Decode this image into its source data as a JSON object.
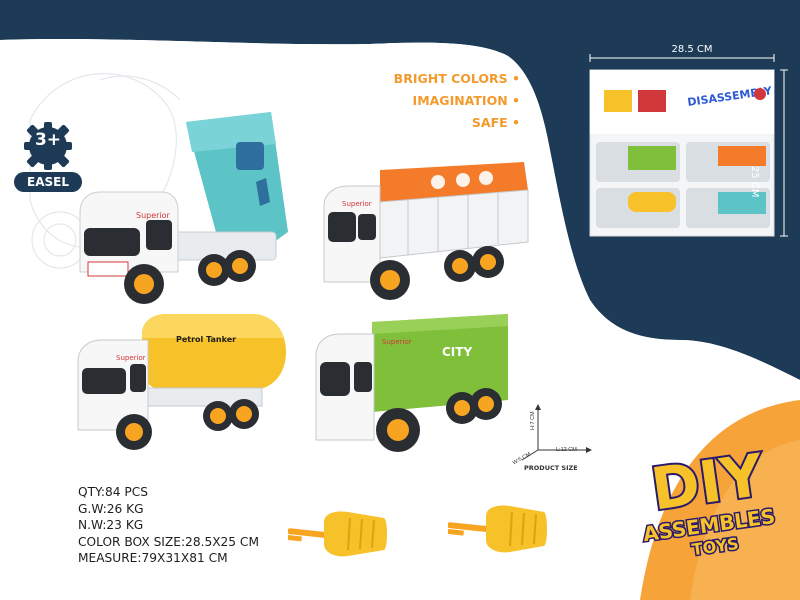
{
  "features": [
    "BRIGHT COLORS",
    "IMAGINATION",
    "SAFE"
  ],
  "badge": {
    "age": "3+",
    "label": "EASEL"
  },
  "dimensions": {
    "width": "28.5 CM",
    "height": "25 CM"
  },
  "product_size": {
    "title": "PRODUCT SIZE",
    "h": "H:7 CM",
    "l": "L:12 CM",
    "w": "W:5 CM"
  },
  "specs": [
    "QTY:84 PCS",
    "G.W:26 KG",
    "N.W:23 KG",
    "COLOR BOX SIZE:28.5X25 CM",
    "MEASURE:79X31X81 CM"
  ],
  "brand": {
    "line1": "DIY",
    "line2": "ASSEMBLES",
    "line3": "TOYS"
  },
  "truck_text": {
    "superior": "Superior",
    "tanker": "Petrol Tanker",
    "city": "CITY",
    "package_title": "DISASSEMBLY"
  },
  "colors": {
    "navy": "#1d3a56",
    "orange": "#f39a2d",
    "teal": "#5cc3c7",
    "lime": "#7fbf3a",
    "yellow": "#f7c12a"
  }
}
